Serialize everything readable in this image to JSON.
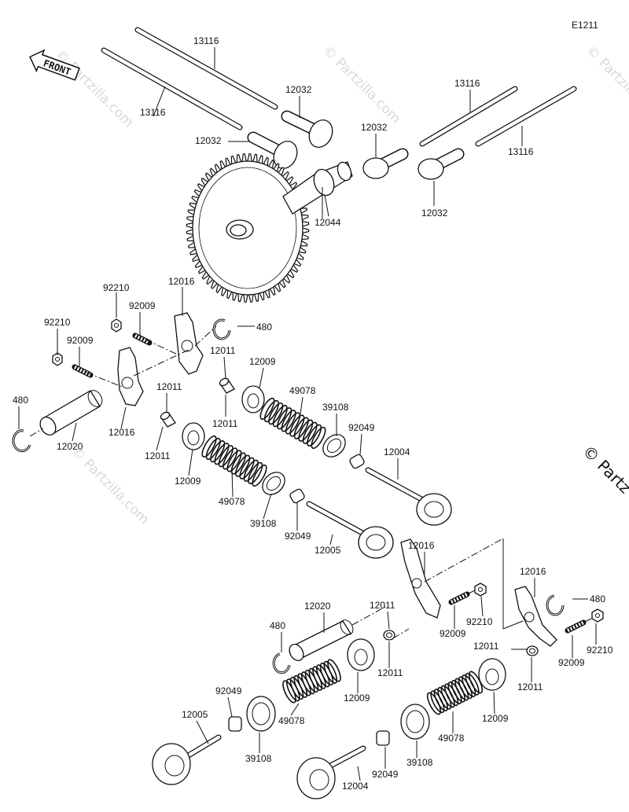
{
  "diagram_code": "E1211",
  "front_label": "FRONT",
  "watermark": "© Partzilla.com",
  "watermark_edge": "© Partz",
  "part_labels": [
    {
      "id": "pushrod-13116-a",
      "text": "13116"
    },
    {
      "id": "pushrod-13116-b",
      "text": "13116"
    },
    {
      "id": "lifter-12032-a",
      "text": "12032"
    },
    {
      "id": "lifter-12032-b",
      "text": "12032"
    },
    {
      "id": "lifter-12032-c",
      "text": "12032"
    },
    {
      "id": "pushrod-13116-c",
      "text": "13116"
    },
    {
      "id": "pushrod-13116-d",
      "text": "13116"
    },
    {
      "id": "lifter-12032-d",
      "text": "12032"
    },
    {
      "id": "camshaft-12044",
      "text": "12044"
    },
    {
      "id": "nut-92210-a",
      "text": "92210"
    },
    {
      "id": "screw-92009-a",
      "text": "92009"
    },
    {
      "id": "rocker-12016-a",
      "text": "12016"
    },
    {
      "id": "clip-480-a",
      "text": "480"
    },
    {
      "id": "nut-92210-b",
      "text": "92210"
    },
    {
      "id": "screw-92009-b",
      "text": "92009"
    },
    {
      "id": "bushing-12011-a",
      "text": "12011"
    },
    {
      "id": "retainer-12009-a",
      "text": "12009"
    },
    {
      "id": "spring-49078-a",
      "text": "49078"
    },
    {
      "id": "seat-39108-a",
      "text": "39108"
    },
    {
      "id": "seal-92049-a",
      "text": "92049"
    },
    {
      "id": "valve-12004-a",
      "text": "12004"
    },
    {
      "id": "clip-480-b",
      "text": "480"
    },
    {
      "id": "bushing-12011-b",
      "text": "12011"
    },
    {
      "id": "bushing-12011-c",
      "text": "12011"
    },
    {
      "id": "rocker-12016-b",
      "text": "12016"
    },
    {
      "id": "shaft-12020-a",
      "text": "12020"
    },
    {
      "id": "bushing-12011-d",
      "text": "12011"
    },
    {
      "id": "retainer-12009-b",
      "text": "12009"
    },
    {
      "id": "spring-49078-b",
      "text": "49078"
    },
    {
      "id": "seat-39108-b",
      "text": "39108"
    },
    {
      "id": "seal-92049-b",
      "text": "92049"
    },
    {
      "id": "valve-12005-a",
      "text": "12005"
    },
    {
      "id": "rocker-12016-c",
      "text": "12016"
    },
    {
      "id": "rocker-12016-d",
      "text": "12016"
    },
    {
      "id": "screw-92009-c",
      "text": "92009"
    },
    {
      "id": "nut-92210-c",
      "text": "92210"
    },
    {
      "id": "clip-480-c",
      "text": "480"
    },
    {
      "id": "nut-92210-d",
      "text": "92210"
    },
    {
      "id": "screw-92009-d",
      "text": "92009"
    },
    {
      "id": "shaft-12020-b",
      "text": "12020"
    },
    {
      "id": "bushing-12011-e",
      "text": "12011"
    },
    {
      "id": "clip-480-d",
      "text": "480"
    },
    {
      "id": "bushing-12011-f",
      "text": "12011"
    },
    {
      "id": "bushing-12011-g",
      "text": "12011"
    },
    {
      "id": "bushing-12011-h",
      "text": "12011"
    },
    {
      "id": "retainer-12009-c",
      "text": "12009"
    },
    {
      "id": "retainer-12009-d",
      "text": "12009"
    },
    {
      "id": "seal-92049-c",
      "text": "92049"
    },
    {
      "id": "valve-12005-b",
      "text": "12005"
    },
    {
      "id": "spring-49078-c",
      "text": "49078"
    },
    {
      "id": "spring-49078-d",
      "text": "49078"
    },
    {
      "id": "seat-39108-c",
      "text": "39108"
    },
    {
      "id": "seat-39108-d",
      "text": "39108"
    },
    {
      "id": "seal-92049-d",
      "text": "92049"
    },
    {
      "id": "valve-12004-b",
      "text": "12004"
    }
  ]
}
